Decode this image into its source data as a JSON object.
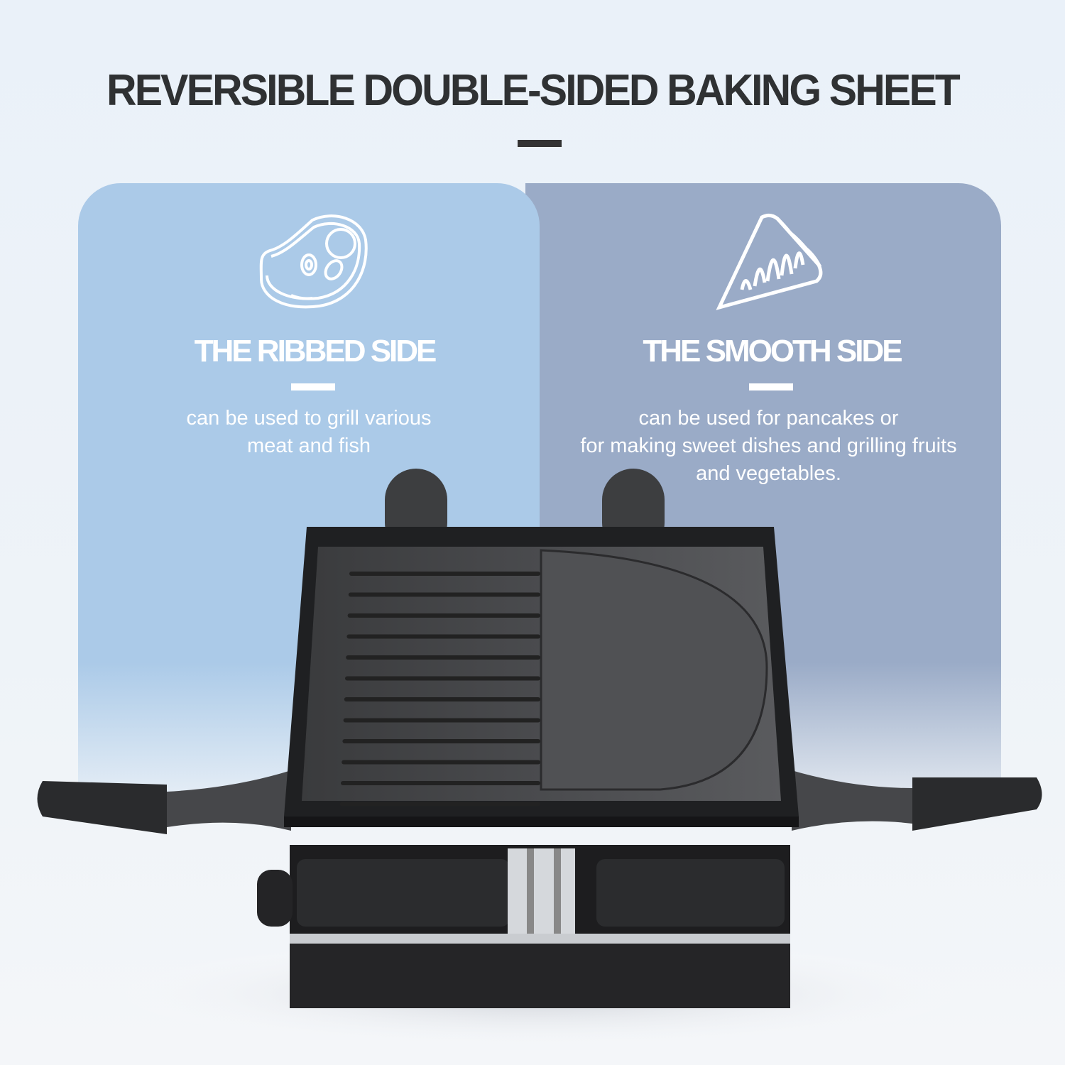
{
  "header": {
    "title": "REVERSIBLE DOUBLE-SIDED BAKING SHEET"
  },
  "ribbed": {
    "icon": "steak-icon",
    "heading": "THE RIBBED SIDE",
    "description_lines": [
      "can be used to grill various",
      "meat and fish"
    ]
  },
  "smooth": {
    "icon": "pancake-icon",
    "heading": "THE SMOOTH SIDE",
    "description_lines": [
      "can be used for pancakes or",
      "for making sweet dishes and grilling fruits",
      "and vegetables."
    ]
  },
  "colors": {
    "ribbed_panel": "#abcae8",
    "smooth_panel": "#9aabc7",
    "title": "#2f3133"
  }
}
